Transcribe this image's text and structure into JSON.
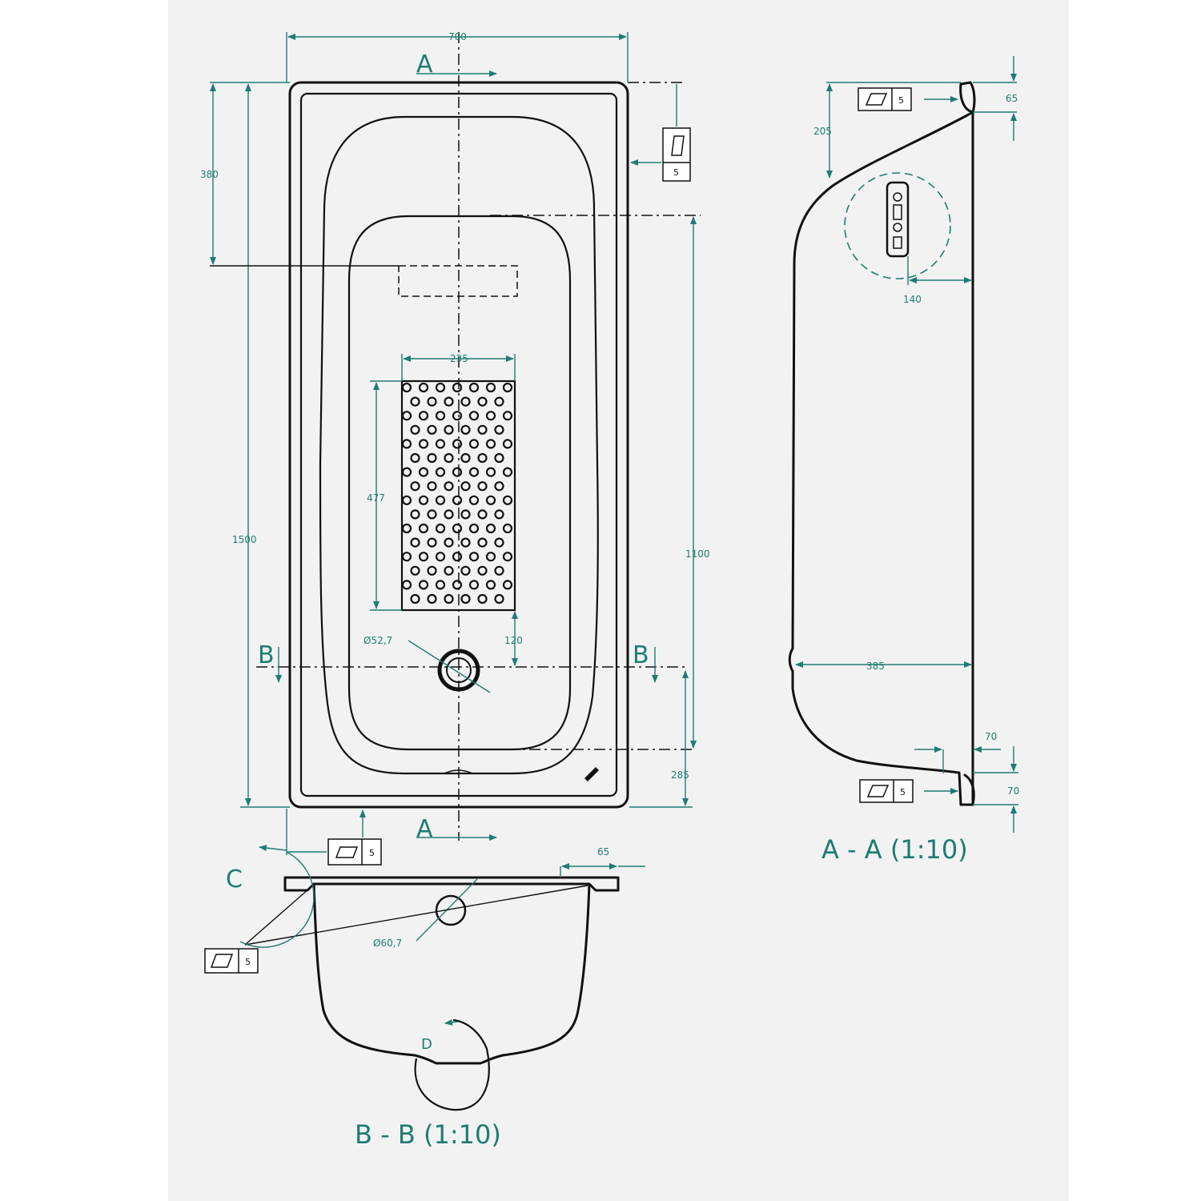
{
  "colors": {
    "accent": "#1e7c72",
    "ink": "#111111",
    "sheet": "#f2f2f2"
  },
  "plan": {
    "width_dim": "700",
    "length_dim": "1500",
    "head_dim": "380",
    "inner_dim": "1100",
    "mat_width_dim": "235",
    "mat_height_dim": "477",
    "drain_offset_dim": "120",
    "drain_dia": "Ø52,7",
    "end_dim": "285",
    "section_a_top": "A",
    "section_a_bottom": "A",
    "section_b_left": "B",
    "section_b_right": "B",
    "box_value": "5"
  },
  "section_aa": {
    "title": "A - A (1:10)",
    "rim_dim": "65",
    "back_dim": "205",
    "offset_dim": "140",
    "depth_dim": "385",
    "foot_dim": "70",
    "bottom_dim": "70",
    "box_value": "5"
  },
  "section_bb": {
    "title": "B - B (1:10)",
    "rim_dim": "65",
    "overflow_dia": "Ø60,7",
    "detail_c": "C",
    "detail_d": "D",
    "box_value": "5"
  }
}
